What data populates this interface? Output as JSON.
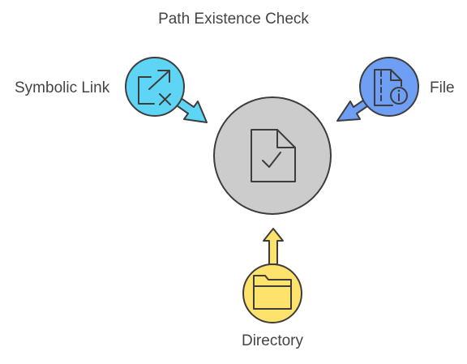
{
  "diagram": {
    "title": "Path Existence Check",
    "nodes": {
      "center": {
        "icon": "file-check-icon"
      },
      "symbolic_link": {
        "label": "Symbolic Link",
        "icon": "external-link-x-icon"
      },
      "file": {
        "label": "File",
        "icon": "file-zip-info-icon"
      },
      "directory": {
        "label": "Directory",
        "icon": "folder-icon"
      }
    }
  },
  "colors": {
    "center_fill": "#cccccc",
    "symbolic_link_fill": "#5fd5f5",
    "file_fill": "#6f9ef5",
    "directory_fill": "#fde36b",
    "stroke": "#3d3d3d",
    "text": "#444444"
  }
}
